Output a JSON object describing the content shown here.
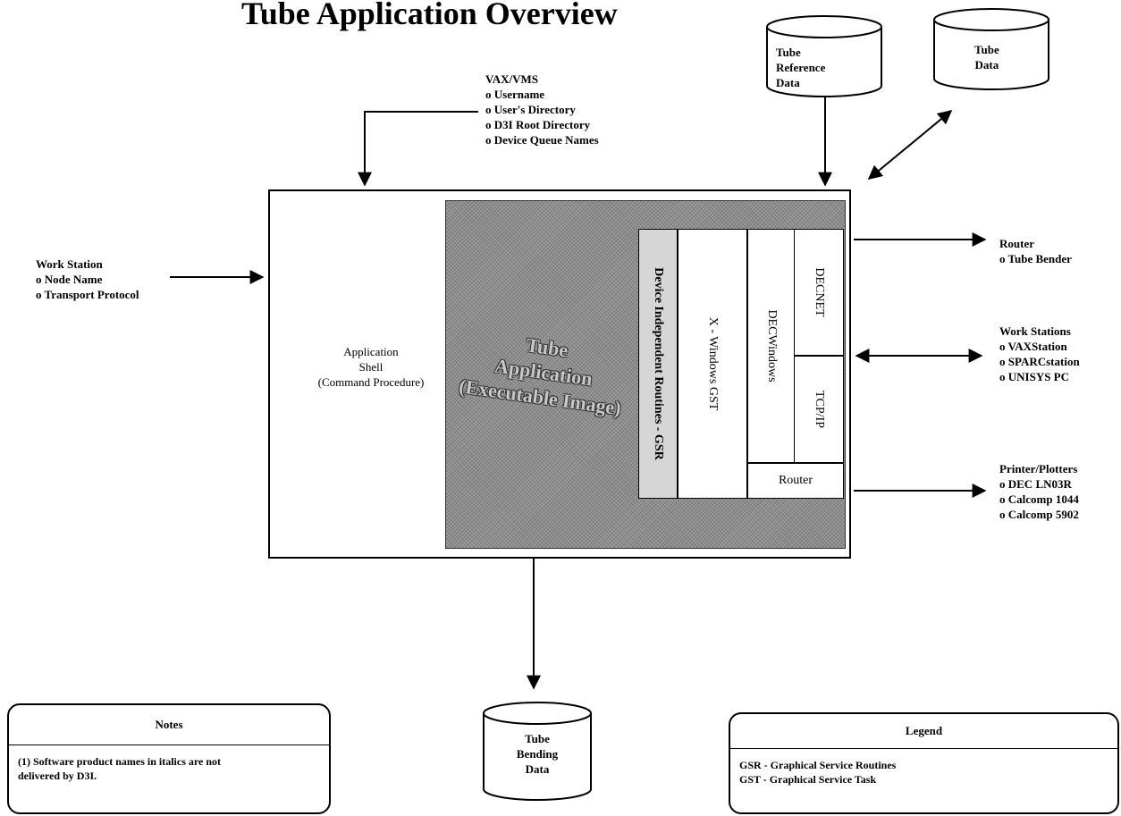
{
  "title": "Tube Application Overview",
  "vax_vms": {
    "heading": "VAX/VMS",
    "items": [
      "o Username",
      "o User's Directory",
      "o D3I Root Directory",
      "o Device Queue Names"
    ]
  },
  "workstation_input": {
    "heading": "Work Station",
    "items": [
      "o Node Name",
      "o Transport Protocol"
    ]
  },
  "tube_reference_data": [
    "Tube",
    "Reference",
    "Data"
  ],
  "tube_data": [
    "Tube",
    "Data"
  ],
  "tube_bending_data": [
    "Tube",
    "Bending",
    "Data"
  ],
  "application_shell": [
    "Application",
    "Shell",
    "(Command Procedure)"
  ],
  "tube_application": [
    "Tube",
    "Application",
    "(Executable Image)"
  ],
  "layers": {
    "gsr": "Device Independent Routines - GSR",
    "xwindows": "X - Windows GST",
    "decwindows": "DECWindows",
    "decnet": "DECNET",
    "tcpip": "TCP/IP",
    "router": "Router"
  },
  "router_output": {
    "heading": "Router",
    "items": [
      "o Tube Bender"
    ]
  },
  "workstations_output": {
    "heading": "Work Stations",
    "items": [
      "o VAXStation",
      "o SPARCstation",
      "o UNISYS PC"
    ]
  },
  "printers_output": {
    "heading": "Printer/Plotters",
    "items": [
      "o DEC LN03R",
      "o Calcomp 1044",
      "o Calcomp 5902"
    ]
  },
  "notes": {
    "heading": "Notes",
    "lines": [
      "(1)  Software product names in italics are not",
      "delivered by D3I."
    ]
  },
  "legend": {
    "heading": "Legend",
    "lines": [
      "GSR - Graphical Service Routines",
      "GST - Graphical Service Task"
    ]
  }
}
